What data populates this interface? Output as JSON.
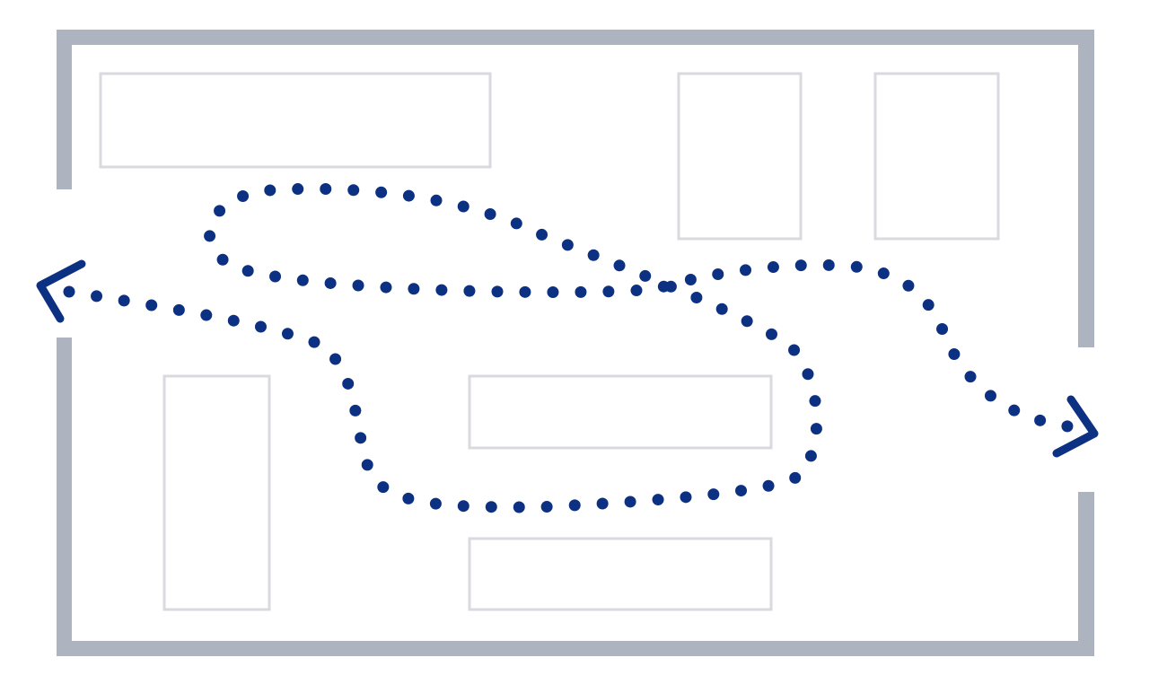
{
  "diagram": {
    "kind": "floor-plan-path",
    "colors": {
      "background": "#ffffff",
      "wall": "#adb4bf",
      "shelf_stroke": "#d9dadf",
      "shelf_fill": "#ffffff",
      "path": "#0d3182"
    },
    "walls": [
      {
        "name": "wall-top"
      },
      {
        "name": "wall-left-upper"
      },
      {
        "name": "wall-left-lower"
      },
      {
        "name": "wall-bottom"
      },
      {
        "name": "wall-right-upper"
      },
      {
        "name": "wall-right-lower"
      }
    ],
    "doorways": [
      {
        "name": "entrance-left",
        "side": "left"
      },
      {
        "name": "exit-right",
        "side": "right"
      }
    ],
    "shelves": [
      {
        "name": "shelf-top-left"
      },
      {
        "name": "shelf-top-middle"
      },
      {
        "name": "shelf-top-right"
      },
      {
        "name": "shelf-bottom-left-tall"
      },
      {
        "name": "shelf-center-upper"
      },
      {
        "name": "shelf-center-lower"
      }
    ],
    "path": {
      "style": "dotted",
      "start_arrow": "arrow-left",
      "end_arrow": "arrow-right"
    }
  }
}
